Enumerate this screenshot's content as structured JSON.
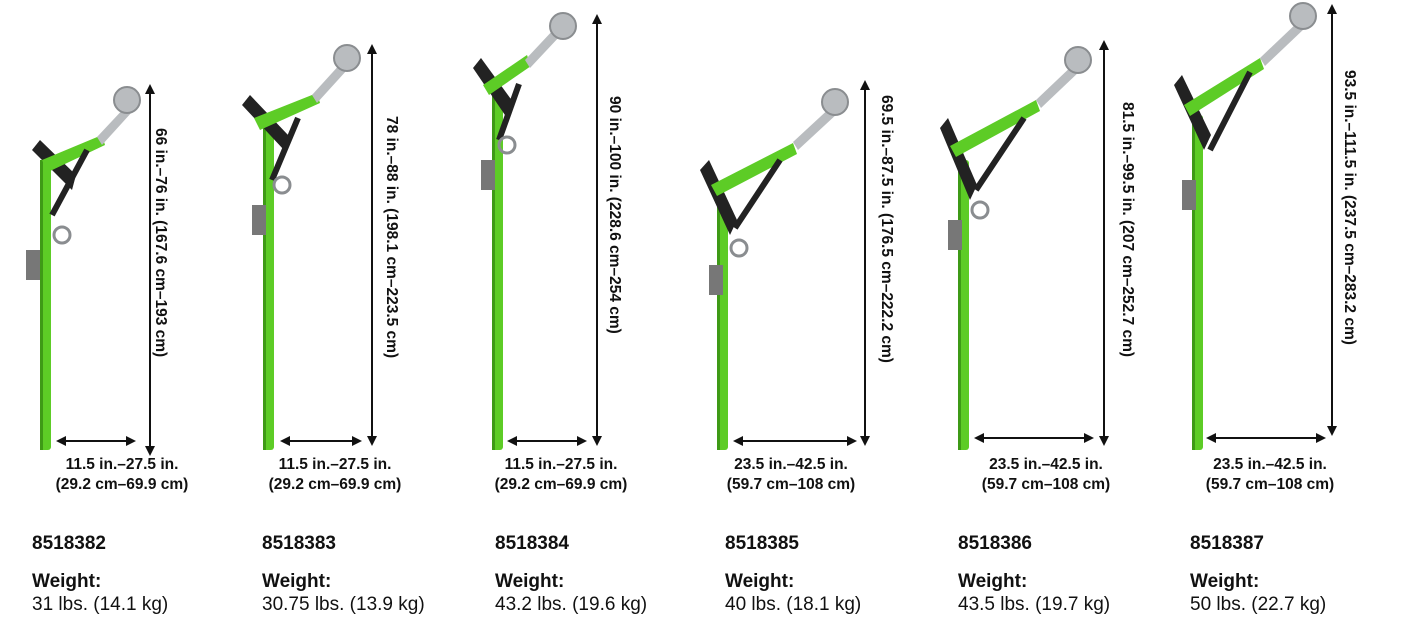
{
  "colors": {
    "pole": "#5dcc26",
    "pole_dark": "#3e9a16",
    "arm_metal": "#b9bcbf",
    "bracket": "#222222",
    "arrow": "#111111"
  },
  "products": [
    {
      "model": "8518382",
      "weight_label": "Weight:",
      "weight_value": "31 lbs. (14.1 kg)",
      "height_range": "66 in.–76 in. (167.6 cm–193 cm)",
      "reach_range_line1": "11.5 in.–27.5 in.",
      "reach_range_line2": "(29.2 cm–69.9 cm)"
    },
    {
      "model": "8518383",
      "weight_label": "Weight:",
      "weight_value": "30.75 lbs. (13.9 kg)",
      "height_range": "78 in.–88 in. (198.1 cm–223.5 cm)",
      "reach_range_line1": "11.5 in.–27.5 in.",
      "reach_range_line2": "(29.2 cm–69.9 cm)"
    },
    {
      "model": "8518384",
      "weight_label": "Weight:",
      "weight_value": "43.2 lbs. (19.6 kg)",
      "height_range": "90 in.–100 in. (228.6 cm–254 cm)",
      "reach_range_line1": "11.5 in.–27.5 in.",
      "reach_range_line2": "(29.2 cm–69.9 cm)"
    },
    {
      "model": "8518385",
      "weight_label": "Weight:",
      "weight_value": "40 lbs. (18.1 kg)",
      "height_range": "69.5 in.–87.5 in. (176.5 cm–222.2 cm)",
      "reach_range_line1": "23.5 in.–42.5 in.",
      "reach_range_line2": "(59.7 cm–108 cm)"
    },
    {
      "model": "8518386",
      "weight_label": "Weight:",
      "weight_value": "43.5 lbs. (19.7 kg)",
      "height_range": "81.5 in.–99.5 in. (207 cm–252.7 cm)",
      "reach_range_line1": "23.5 in.–42.5 in.",
      "reach_range_line2": "(59.7 cm–108 cm)"
    },
    {
      "model": "8518387",
      "weight_label": "Weight:",
      "weight_value": "50 lbs. (22.7 kg)",
      "height_range": "93.5 in.–111.5 in. (237.5 cm–283.2 cm)",
      "reach_range_line1": "23.5 in.–42.5 in.",
      "reach_range_line2": "(59.7 cm–108 cm)"
    }
  ]
}
